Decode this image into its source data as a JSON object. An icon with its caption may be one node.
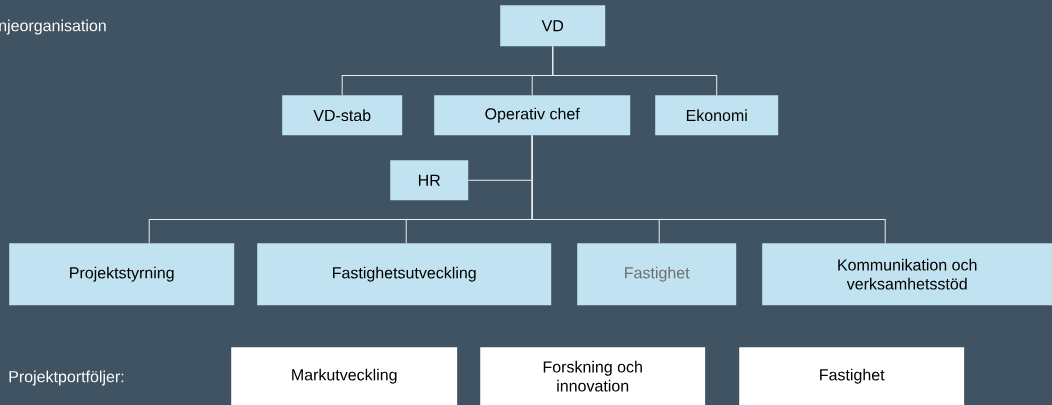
{
  "diagram": {
    "nodes": [
      {
        "text": [
          "VD"
        ]
      },
      {
        "text": [
          "VD-stab"
        ]
      },
      {
        "text": [
          "Operativ chef"
        ]
      },
      {
        "text": [
          "Ekonomi"
        ]
      },
      {
        "text": [
          "HR"
        ]
      },
      {
        "text": [
          "Projektstyrning"
        ]
      },
      {
        "text": [
          "Fastighetsutveckling"
        ]
      },
      {
        "text": [
          "Fastighet"
        ]
      },
      {
        "text": [
          "Kommunikation och verksamhetsstöd"
        ]
      },
      {
        "text": [
          "Markutveckling"
        ]
      },
      {
        "text": [
          "Forskning och innovation"
        ]
      },
      {
        "text": [
          "Fastighet"
        ]
      }
    ],
    "edges": [
      {
        "from": 0,
        "to": 1,
        "arrow": "none"
      },
      {
        "from": 0,
        "to": 2,
        "arrow": "none"
      },
      {
        "from": 0,
        "to": 3,
        "arrow": "none"
      },
      {
        "from": 2,
        "to": 4,
        "arrow": "none"
      },
      {
        "from": 2,
        "to": 5,
        "arrow": "none"
      },
      {
        "from": 2,
        "to": 6,
        "arrow": "none"
      },
      {
        "from": 2,
        "to": 7,
        "arrow": "none"
      },
      {
        "from": 2,
        "to": 8,
        "arrow": "none"
      }
    ],
    "labels": [
      "njeorganisation",
      "Projektportföljer:"
    ]
  }
}
